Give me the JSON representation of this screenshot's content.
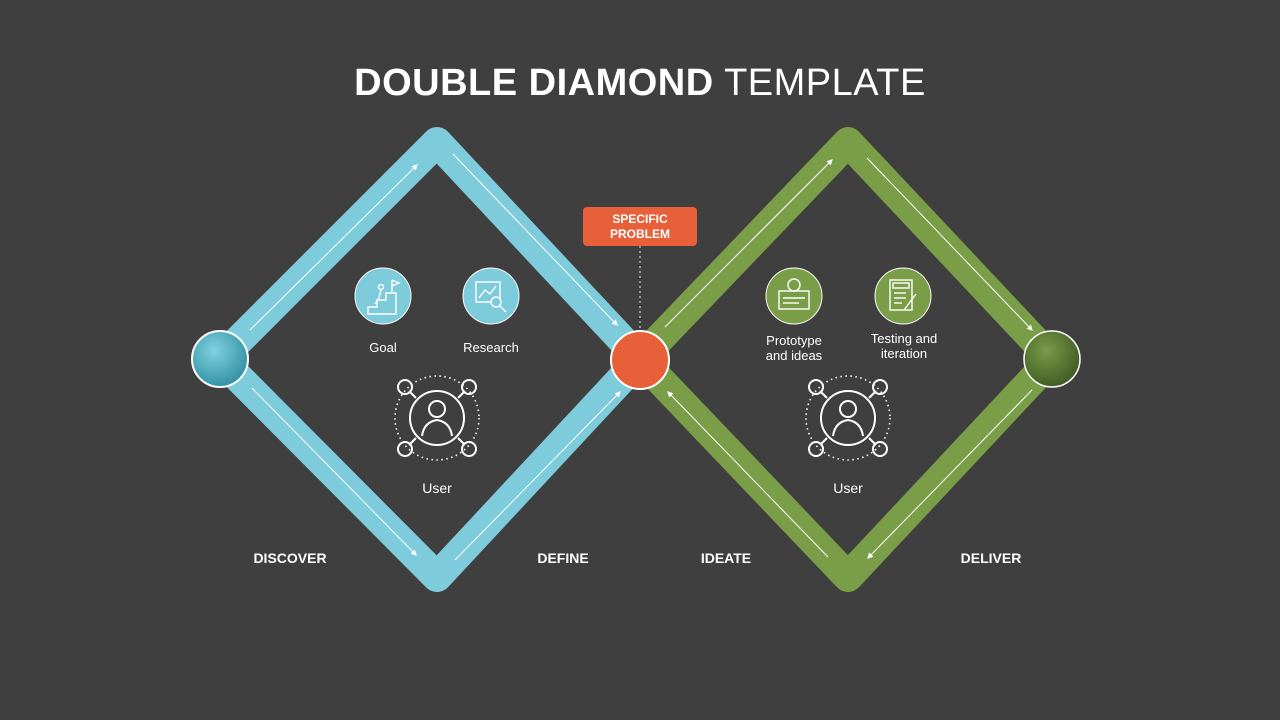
{
  "title": {
    "bold": "DOUBLE DIAMOND",
    "light": "TEMPLATE"
  },
  "colors": {
    "background": "#3f3f3f",
    "diamond_left": "#7ecbdb",
    "diamond_right": "#7a9e48",
    "specific_problem": "#e8603a",
    "start_node": "#4aaabd",
    "end_node": "#4e6a2c"
  },
  "specific_problem": {
    "line1": "SPECIFIC",
    "line2": "PROBLEM"
  },
  "left_diamond": {
    "items": [
      {
        "icon": "goal-steps-icon",
        "label": "Goal"
      },
      {
        "icon": "research-magnifier-icon",
        "label": "Research"
      }
    ],
    "user": {
      "icon": "user-network-icon",
      "label": "User"
    }
  },
  "right_diamond": {
    "items": [
      {
        "icon": "prototype-idea-icon",
        "label_line1": "Prototype",
        "label_line2": "and ideas"
      },
      {
        "icon": "testing-checklist-icon",
        "label_line1": "Testing and",
        "label_line2": "iteration"
      }
    ],
    "user": {
      "icon": "user-network-icon",
      "label": "User"
    }
  },
  "phases": [
    "DISCOVER",
    "DEFINE",
    "IDEATE",
    "DELIVER"
  ]
}
